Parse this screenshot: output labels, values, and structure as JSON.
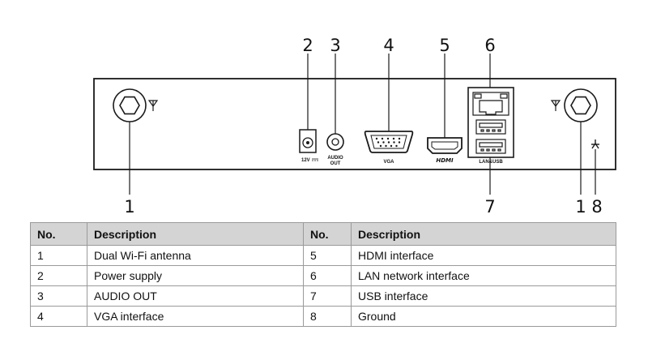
{
  "callouts": {
    "n1_left": "1",
    "n2": "2",
    "n3": "3",
    "n4": "4",
    "n5": "5",
    "n6": "6",
    "n7": "7",
    "n1_right": "1",
    "n8": "8"
  },
  "port_labels": {
    "power": "12V",
    "audio_line1": "AUDIO",
    "audio_line2": "OUT",
    "vga": "VGA",
    "hdmi": "HDMI",
    "lan_usb": "LAN&USB"
  },
  "table": {
    "headers": [
      "No.",
      "Description",
      "No.",
      "Description"
    ],
    "rows": [
      [
        "1",
        "Dual Wi-Fi antenna",
        "5",
        "HDMI interface"
      ],
      [
        "2",
        "Power supply",
        "6",
        "LAN network interface"
      ],
      [
        "3",
        "AUDIO OUT",
        "7",
        "USB interface"
      ],
      [
        "4",
        "VGA interface",
        "8",
        "Ground"
      ]
    ]
  },
  "colors": {
    "line": "#1a1a1a",
    "header_bg": "#d4d4d4",
    "border": "#9a9a9a"
  }
}
